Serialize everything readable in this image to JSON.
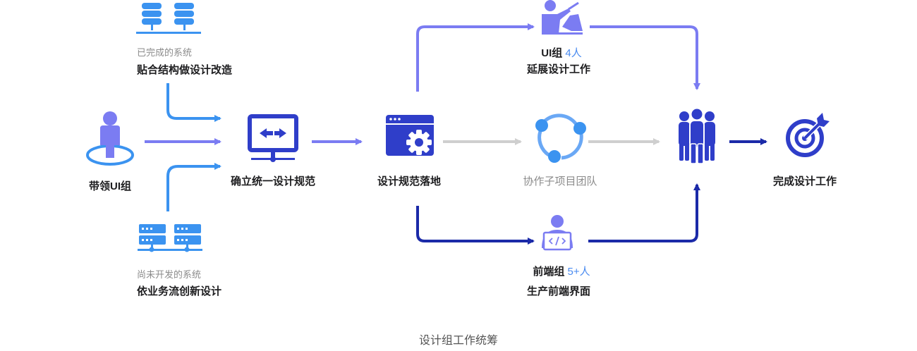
{
  "title": "设计组工作统筹",
  "nodes": {
    "lead": {
      "label": "带领UI组"
    },
    "completed": {
      "caption": "已完成的系统",
      "label": "贴合结构做设计改造"
    },
    "undeveloped": {
      "caption": "尚未开发的系统",
      "label": "依业务流创新设计"
    },
    "spec": {
      "label": "确立统一设计规范"
    },
    "landing": {
      "label": "设计规范落地"
    },
    "ui_group": {
      "name": "UI组",
      "count": "4人",
      "label": "延展设计工作"
    },
    "sub_team": {
      "label": "协作子项目团队"
    },
    "frontend": {
      "name": "前端组",
      "count": "5+人",
      "label": "生产前端界面"
    },
    "finish": {
      "label": "完成设计工作"
    }
  },
  "colors": {
    "primary": "#2f3ec9",
    "purple": "#7b7cf2",
    "blue": "#3b93f0",
    "light_blue": "#6aa8f5",
    "grey": "#cfcfcf",
    "navy": "#1b2aa8"
  },
  "icons": [
    "database-icon",
    "user-target-icon",
    "server-icon",
    "monitor-icon",
    "settings-window-icon",
    "presenter-icon",
    "share-icon",
    "team-icon",
    "coder-icon",
    "target-icon"
  ]
}
